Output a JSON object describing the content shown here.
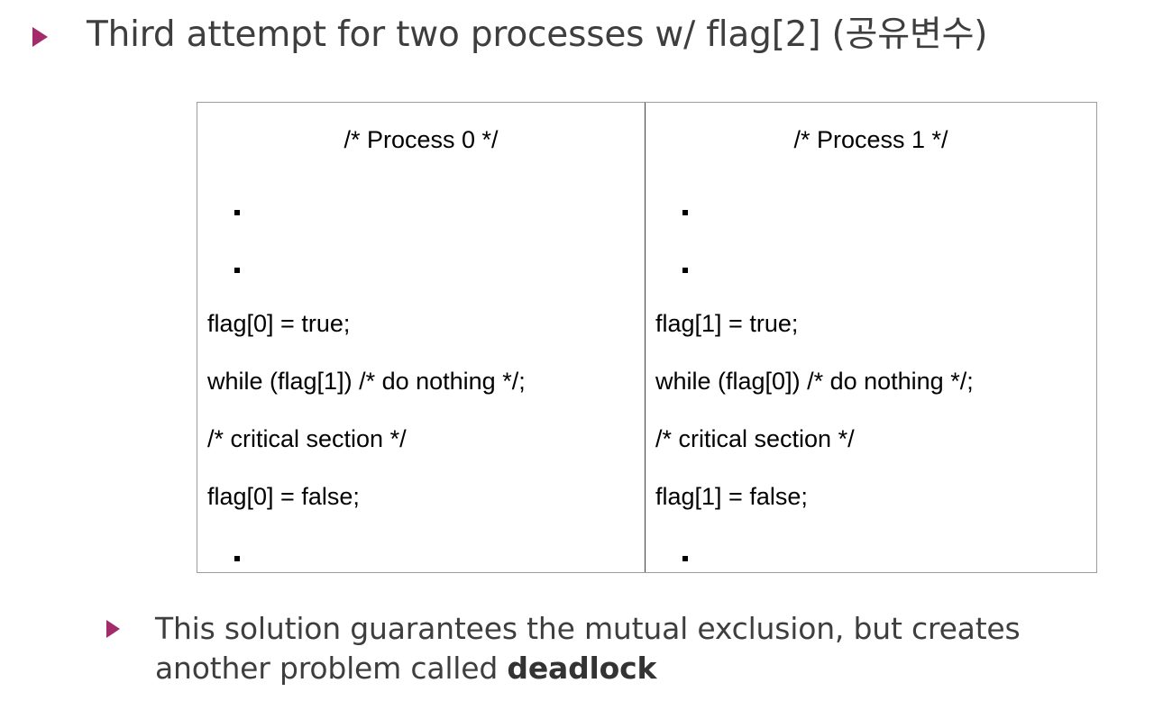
{
  "slide": {
    "title": "Third attempt for two processes w/ flag[2] (공유변수)",
    "bullet_icon": "triangle-bullet-icon",
    "accent_color": "#A32B6B",
    "text_color": "#3E3E3E",
    "background_color": "#FFFFFF"
  },
  "code_table": {
    "border_color": "#9C9C9C",
    "divider_color": "#3F3F3F",
    "columns": [
      {
        "header": "/* Process 0 */",
        "lines": [
          {
            "type": "dot",
            "text": "."
          },
          {
            "type": "dot",
            "text": "."
          },
          {
            "type": "code",
            "text": "flag[0] = true;"
          },
          {
            "type": "code",
            "text": "while (flag[1]) /* do nothing */;"
          },
          {
            "type": "code",
            "text": "/* critical section */"
          },
          {
            "type": "code",
            "text": "flag[0] = false;"
          },
          {
            "type": "dot",
            "text": "."
          }
        ]
      },
      {
        "header": "/* Process 1 */",
        "lines": [
          {
            "type": "dot",
            "text": "."
          },
          {
            "type": "dot",
            "text": "."
          },
          {
            "type": "code",
            "text": "flag[1] = true;"
          },
          {
            "type": "code",
            "text": "while (flag[0]) /* do nothing */;"
          },
          {
            "type": "code",
            "text": "/* critical section */"
          },
          {
            "type": "code",
            "text": "flag[1] = false;"
          },
          {
            "type": "dot",
            "text": "."
          }
        ]
      }
    ]
  },
  "bottom_note": {
    "text_before": "This solution guarantees the mutual exclusion, but creates another problem called ",
    "emphasis": "deadlock",
    "text_after": ""
  }
}
